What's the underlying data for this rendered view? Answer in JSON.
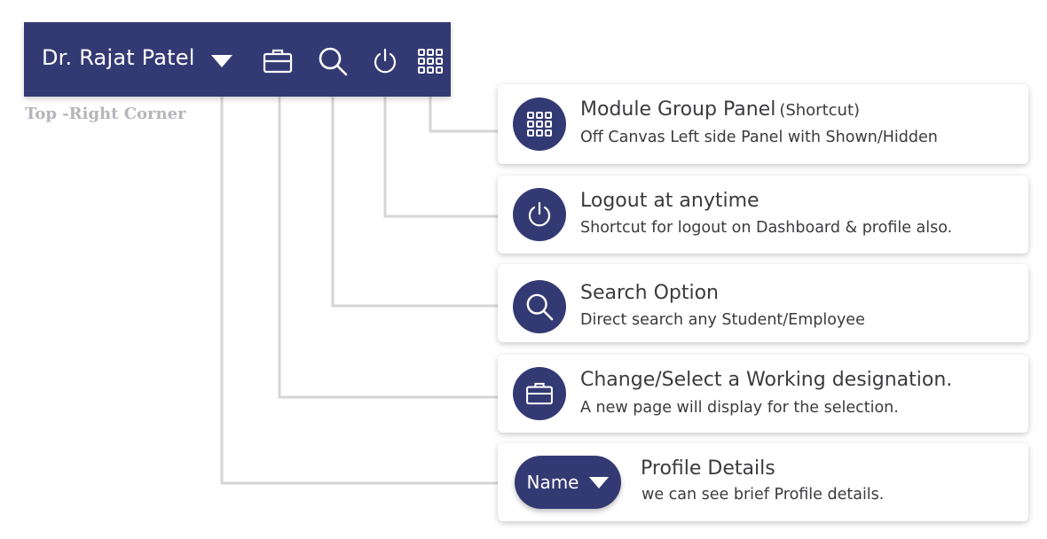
{
  "topbar": {
    "user_name": "Dr. Rajat Patel",
    "icons": [
      "chevron-down-icon",
      "briefcase-icon",
      "search-icon",
      "power-icon",
      "grid-icon"
    ],
    "background_color": "#333a73"
  },
  "caption": "Top -Right Corner",
  "cards": [
    {
      "icon": "grid-icon",
      "title": "Module Group Panel",
      "title_tag": "(Shortcut)",
      "description": "Off Canvas Left side Panel with Shown/Hidden"
    },
    {
      "icon": "power-icon",
      "title": "Logout at anytime",
      "description": "Shortcut for logout on Dashboard & profile also."
    },
    {
      "icon": "search-icon",
      "title": "Search Option",
      "description": "Direct search any Student/Employee"
    },
    {
      "icon": "briefcase-icon",
      "title": "Change/Select a Working designation.",
      "description": "A new page will display for the selection."
    },
    {
      "icon": "chevron-down-icon",
      "pill_label": "Name",
      "title": "Profile Details",
      "description": "we can see brief Profile details."
    }
  ],
  "colors": {
    "accent": "#333a73",
    "connector": "#d6d6d8",
    "text": "#3b3b3f",
    "caption": "#b5b5bb"
  }
}
